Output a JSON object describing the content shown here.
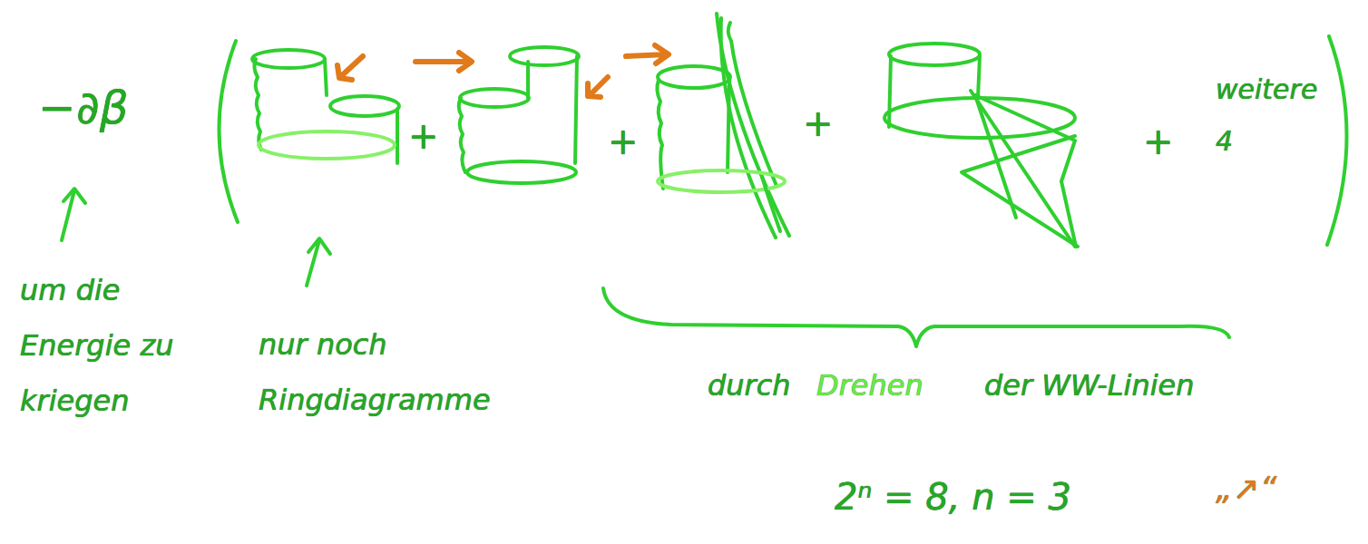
{
  "diagram": {
    "labels": [
      "−∂β",
      "um die Energie zu kriegen",
      "nur noch Ringdiagramme",
      "+",
      "+",
      "+",
      "+",
      "weitere 4",
      "durch",
      "Drehen",
      "der WW-Linien",
      "2ⁿ = 8, n = 3",
      "„↗“"
    ]
  }
}
